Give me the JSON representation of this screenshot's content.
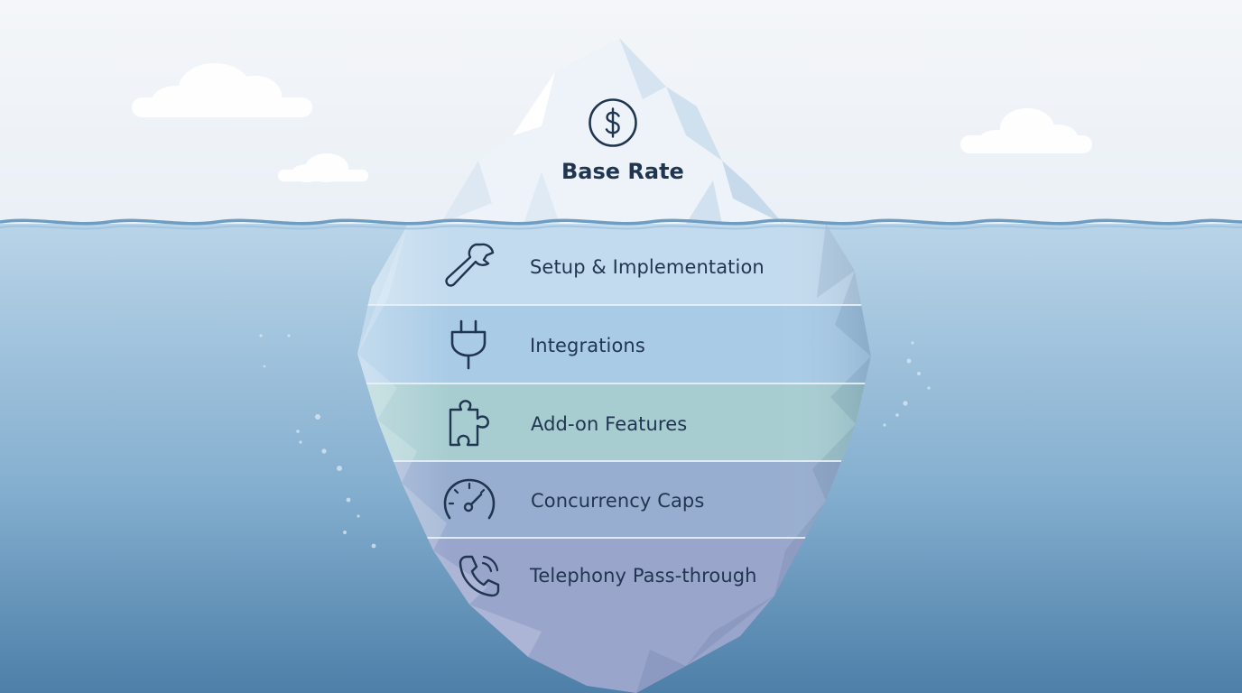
{
  "diagram": {
    "summit": {
      "label": "Base Rate",
      "icon": "dollar-circle-icon"
    },
    "tiers": [
      {
        "label": "Setup & Implementation",
        "icon": "wrench-icon"
      },
      {
        "label": "Integrations",
        "icon": "plug-icon"
      },
      {
        "label": "Add-on Features",
        "icon": "puzzle-piece-icon"
      },
      {
        "label": "Concurrency Caps",
        "icon": "speedometer-icon"
      },
      {
        "label": "Telephony Pass-through",
        "icon": "phone-icon"
      }
    ]
  },
  "colors": {
    "sky": "#f1f4f8",
    "water_top": "#b9d4e8",
    "water_bottom": "#4d7fa8",
    "ice_top": "#eef3f9",
    "tier_1": "#c3dbee",
    "tier_2": "#a9cbe6",
    "tier_3": "#a7cdd1",
    "tier_4": "#98aed0",
    "tier_5": "#9aa5cc",
    "text": "#1f3550"
  }
}
